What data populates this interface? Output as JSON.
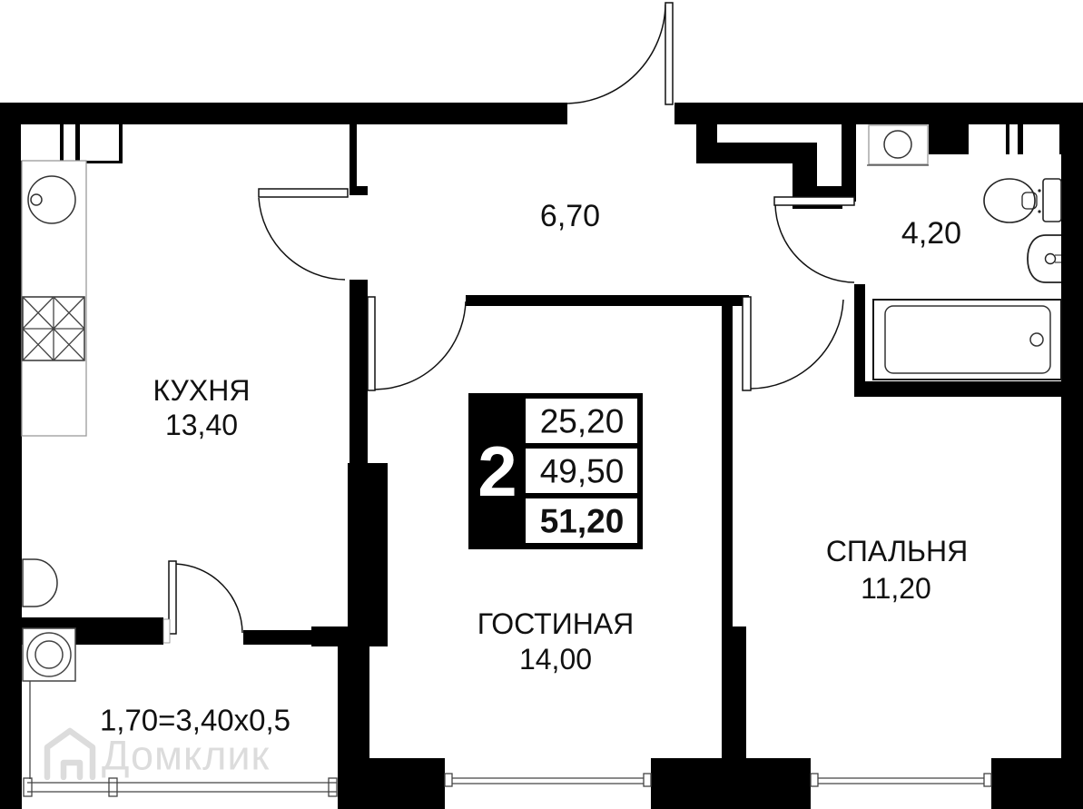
{
  "summary_box": {
    "rooms_count": "2",
    "rows": [
      "25,20",
      "49,50",
      "51,20"
    ]
  },
  "rooms": {
    "hallway": {
      "area": "6,70"
    },
    "kitchen": {
      "name": "КУХНЯ",
      "area": "13,40"
    },
    "bathroom": {
      "area": "4,20"
    },
    "living_room": {
      "name": "ГОСТИНАЯ",
      "area": "14,00"
    },
    "bedroom": {
      "name": "СПАЛЬНЯ",
      "area": "11,20"
    },
    "balcony": {
      "dimensions": "1,70=3,40x0,5"
    }
  },
  "watermark": {
    "text": "Домклик"
  },
  "colors": {
    "wall": "#000000",
    "background": "#ffffff",
    "watermark": "#dcdcdc",
    "text": "#111111"
  }
}
